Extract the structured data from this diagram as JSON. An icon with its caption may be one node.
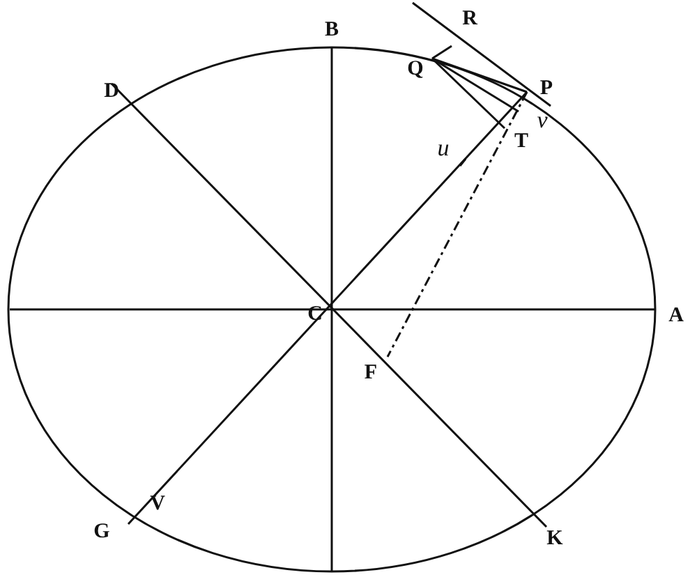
{
  "diagram": {
    "labels": [
      "B",
      "R",
      "Q",
      "P",
      "D",
      "v",
      "u",
      "T",
      "C",
      "A",
      "F",
      "G",
      "V",
      "K"
    ]
  }
}
